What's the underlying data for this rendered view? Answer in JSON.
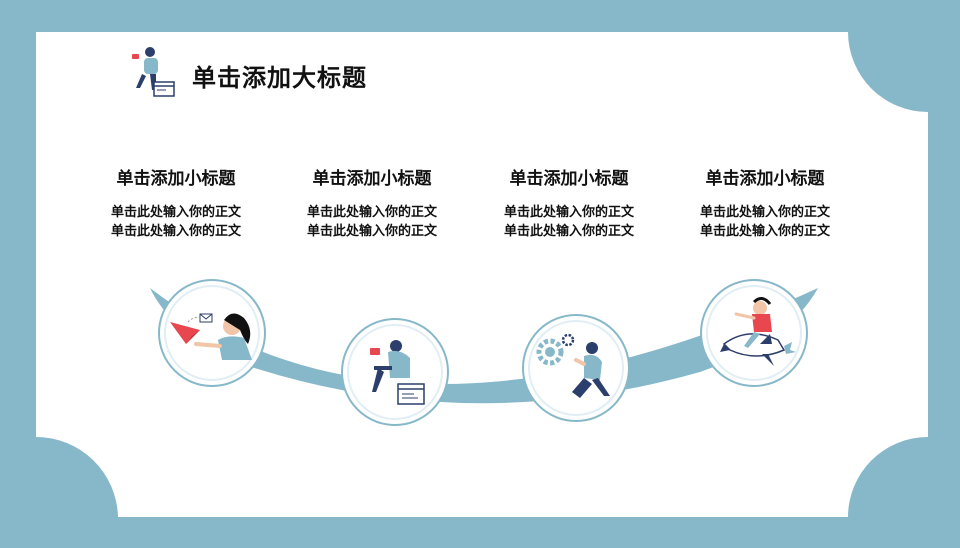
{
  "title": "单击添加大标题",
  "columns": [
    {
      "subtitle": "单击添加小标题",
      "line1": "单击此处输入你的正文",
      "line2": "单击此处输入你的正文",
      "icon": "paper-plane-email-icon"
    },
    {
      "subtitle": "单击添加小标题",
      "line1": "单击此处输入你的正文",
      "line2": "单击此处输入你的正文",
      "icon": "person-laptop-icon"
    },
    {
      "subtitle": "单击添加小标题",
      "line1": "单击此处输入你的正文",
      "line2": "单击此处输入你的正文",
      "icon": "gear-person-icon"
    },
    {
      "subtitle": "单击添加小标题",
      "line1": "单击此处输入你的正文",
      "line2": "单击此处输入你的正文",
      "icon": "rocket-rider-icon"
    }
  ],
  "colors": {
    "accent": "#86b8c9",
    "white": "#ffffff",
    "red": "#e8474f",
    "navy": "#2c3e6b"
  }
}
